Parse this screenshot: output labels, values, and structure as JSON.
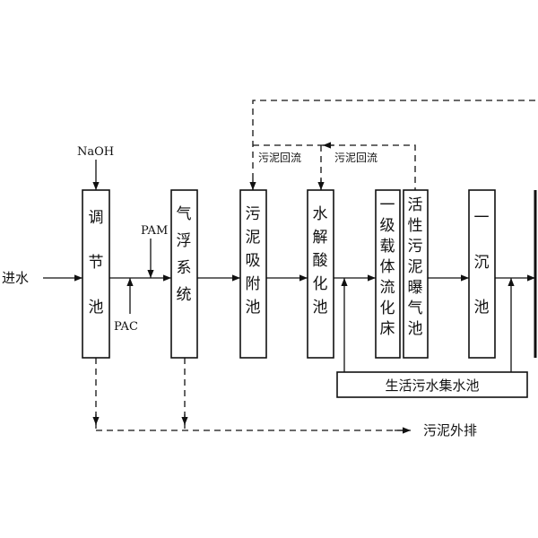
{
  "labels": {
    "inlet": "进水",
    "naoh": "NaOH",
    "pam": "PAM",
    "pac": "PAC",
    "sludge_return_1": "污泥回流",
    "sludge_return_2": "污泥回流",
    "sludge_discharge": "污泥外排"
  },
  "units": [
    {
      "id": "tiaojie",
      "chars": [
        "调",
        "节",
        "池"
      ]
    },
    {
      "id": "qifu",
      "chars": [
        "气",
        "浮",
        "系",
        "统"
      ]
    },
    {
      "id": "xifu",
      "chars": [
        "污",
        "泥",
        "吸",
        "附",
        "池"
      ]
    },
    {
      "id": "shuijie",
      "chars": [
        "水",
        "解",
        "酸",
        "化",
        "池"
      ]
    },
    {
      "id": "zaiti",
      "chars": [
        "一",
        "级",
        "载",
        "体",
        "流",
        "化",
        "床"
      ]
    },
    {
      "id": "puqi",
      "chars": [
        "活",
        "性",
        "污",
        "泥",
        "曝",
        "气",
        "池"
      ]
    },
    {
      "id": "chendian",
      "chars": [
        "一",
        "沉",
        "池"
      ]
    }
  ],
  "collection_tank": "生活污水集水池"
}
